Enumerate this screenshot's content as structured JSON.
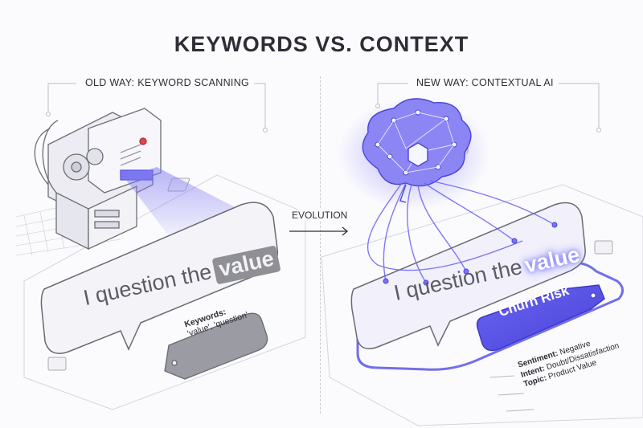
{
  "title": "KEYWORDS VS. CONTEXT",
  "old_way": {
    "label": "OLD WAY: KEYWORD SCANNING",
    "bubble_prefix": "I question the",
    "bubble_highlight": "value",
    "tag_title": "Keywords:",
    "tag_values": "'value', 'question'"
  },
  "new_way": {
    "label": "NEW WAY: CONTEXTUAL AI",
    "bubble_prefix": "I question the",
    "bubble_highlight": "value",
    "tag": "Churn Risk",
    "attributes": [
      {
        "key": "Sentiment:",
        "value": "Negative"
      },
      {
        "key": "Intent:",
        "value": "Doubt/Dissatisfaction"
      },
      {
        "key": "Topic:",
        "value": "Product Value"
      }
    ]
  },
  "transition": "EVOLUTION",
  "colors": {
    "accent": "#5b55e6",
    "glow": "#8a84ff",
    "grey": "#8f8f96"
  }
}
